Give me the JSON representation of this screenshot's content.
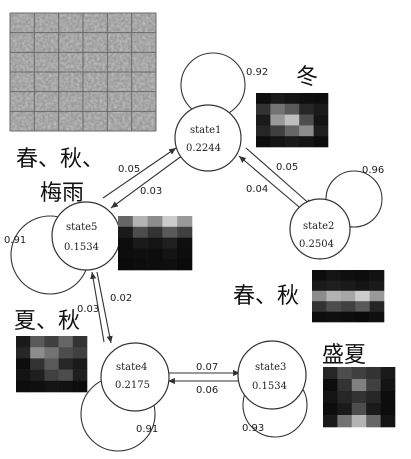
{
  "states": [
    {
      "id": "state1",
      "name": "state1",
      "prob": "0.2244",
      "self_loop": "0.92"
    },
    {
      "id": "state2",
      "name": "state2",
      "prob": "0.2504",
      "self_loop": "0.96"
    },
    {
      "id": "state3",
      "name": "state3",
      "prob": "0.1534",
      "self_loop": "0.93"
    },
    {
      "id": "state4",
      "name": "state4",
      "prob": "0.2175",
      "self_loop": "0.91"
    },
    {
      "id": "state5",
      "name": "state5",
      "prob": "0.1534",
      "self_loop": "0.91"
    }
  ],
  "transitions": [
    {
      "from": "state1",
      "to": "state2",
      "label": "0.05"
    },
    {
      "from": "state2",
      "to": "state1",
      "label": "0.04"
    },
    {
      "from": "state5",
      "to": "state1",
      "label": "0.05"
    },
    {
      "from": "state1",
      "to": "state5",
      "label": "0.03"
    },
    {
      "from": "state4",
      "to": "state5",
      "label": "0.02"
    },
    {
      "from": "state5",
      "to": "state4",
      "label": "0.03"
    },
    {
      "from": "state4",
      "to": "state3",
      "label": "0.07"
    },
    {
      "from": "state3",
      "to": "state4",
      "label": "0.06"
    }
  ],
  "seasons": {
    "state1": "冬",
    "state2": "春、秋",
    "state3": "盛夏",
    "state4": "夏、秋",
    "state5_line1": "春、秋、",
    "state5_line2": "梅雨"
  },
  "colors": {
    "stroke": "#333333",
    "mosaic_bg": "#9a9a9a"
  }
}
